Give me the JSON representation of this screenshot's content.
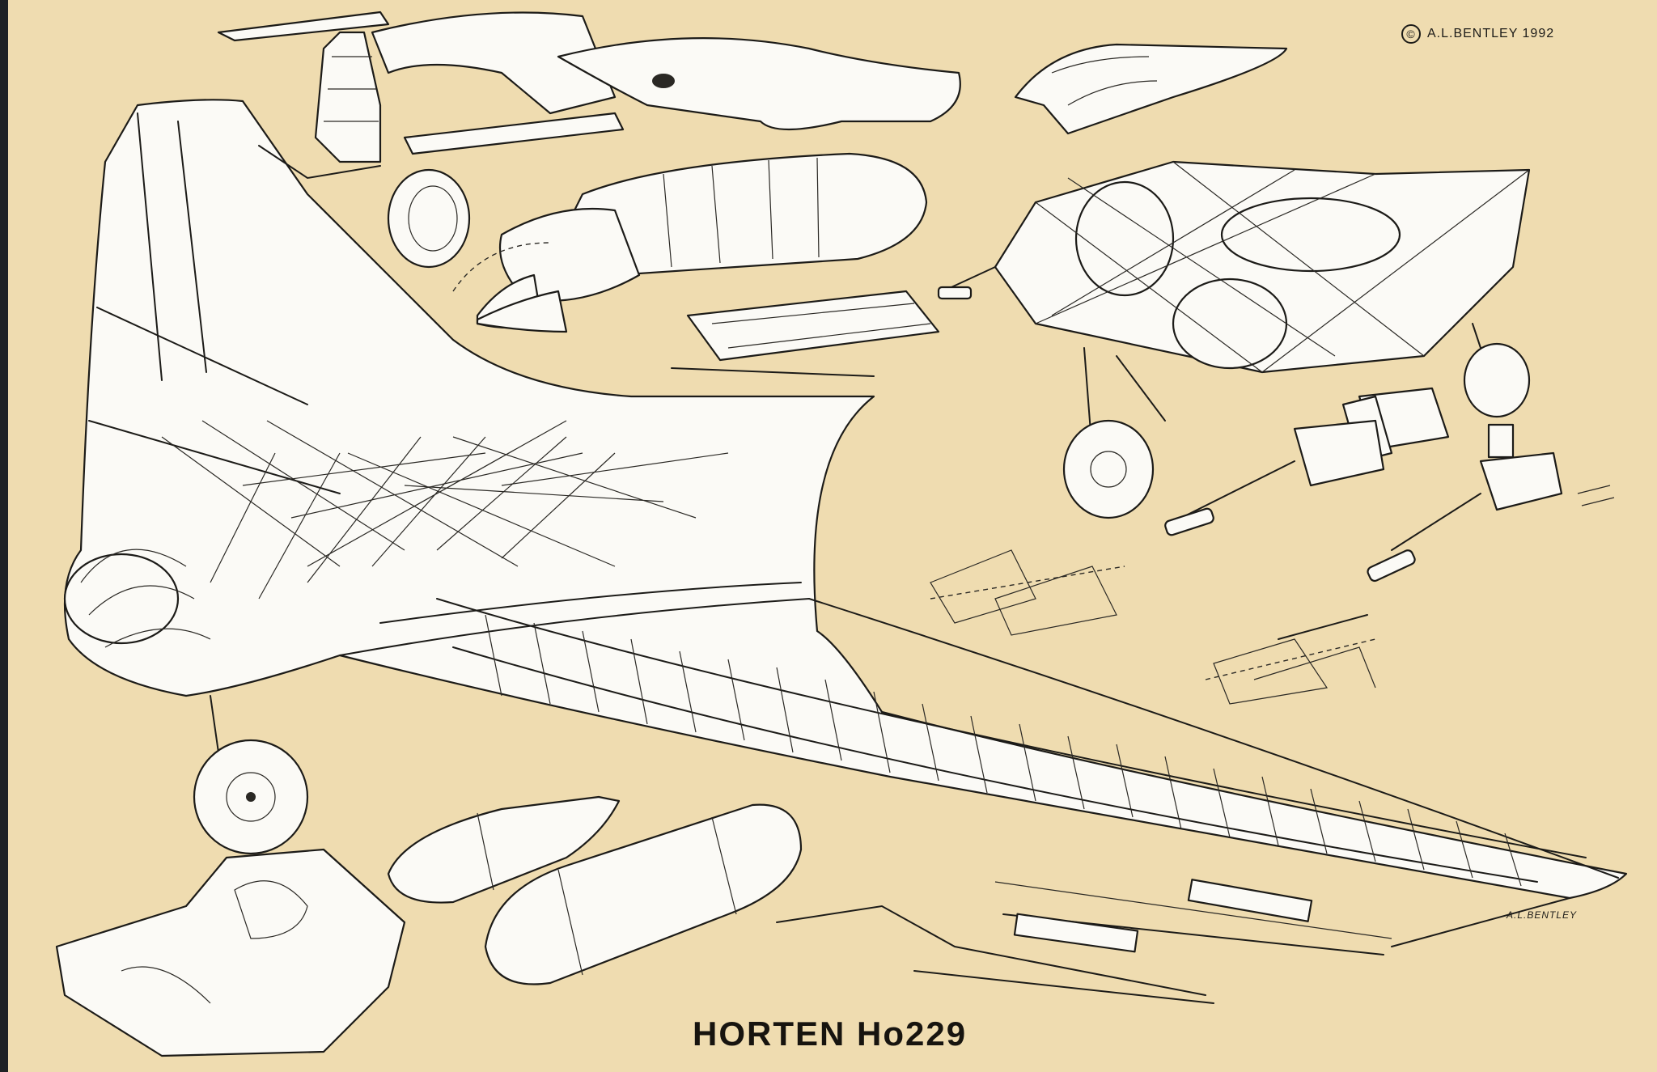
{
  "title": "HORTEN Ho229",
  "copyright": {
    "symbol": "©",
    "text": "A.L.BENTLEY 1992"
  },
  "signature": "A.L.BENTLEY",
  "icons": [
    "seat-icon",
    "canopy-icon",
    "engine-icon",
    "nose-cone-icon",
    "gear-wheel-icon",
    "cannon-icon",
    "drop-tank-icon",
    "wing-frame-icon"
  ],
  "colors": {
    "paper": "#efdcb0",
    "ink": "#1c1b18",
    "part_fill": "#fbfaf6"
  }
}
